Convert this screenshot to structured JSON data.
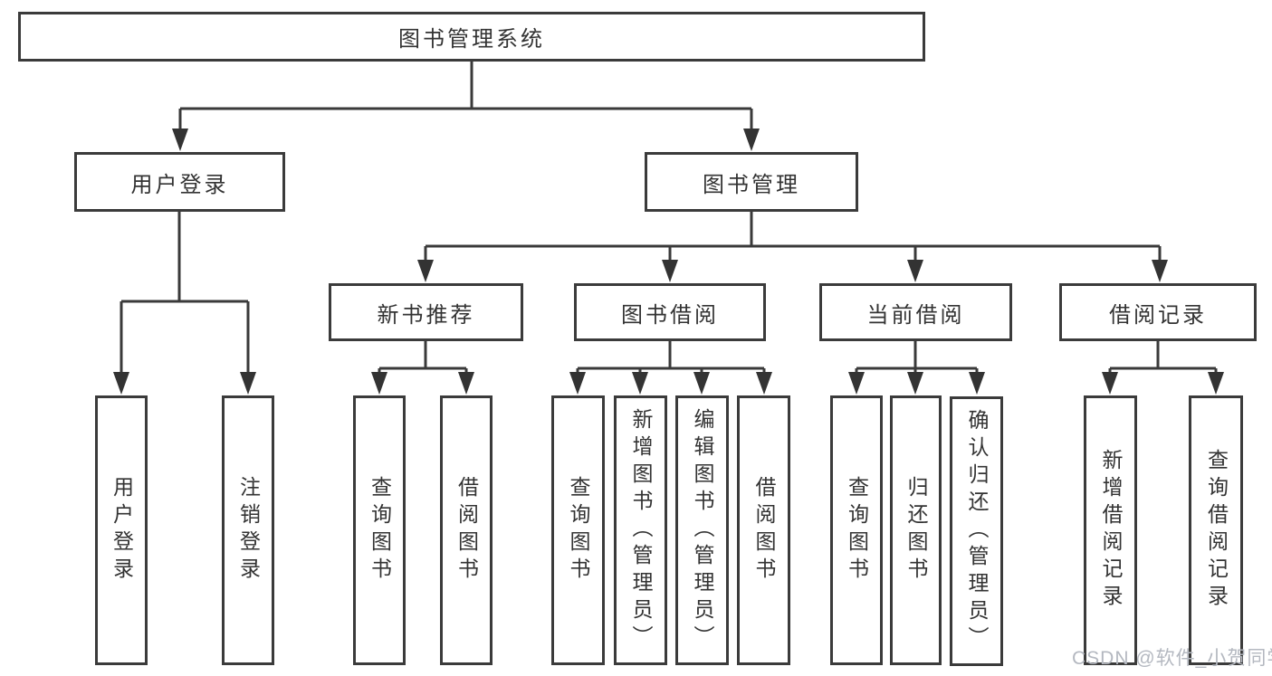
{
  "tree": {
    "root": "图书管理系统",
    "level1": {
      "user_login": "用户登录",
      "book_management": "图书管理"
    },
    "level2": {
      "new_book_recommend": "新书推荐",
      "book_borrow": "图书借阅",
      "current_borrow": "当前借阅",
      "borrow_records": "借阅记录"
    },
    "leaves": {
      "user_login": [
        "用户登录",
        "注销登录"
      ],
      "new_book_recommend": [
        "查询图书",
        "借阅图书"
      ],
      "book_borrow": [
        "查询图书",
        "新增图书（管理员）",
        "编辑图书（管理员）",
        "借阅图书"
      ],
      "current_borrow": [
        "查询图书",
        "归还图书",
        "确认归还（管理员）"
      ],
      "borrow_records": [
        "新增借阅记录",
        "查询借阅记录"
      ]
    }
  },
  "watermark": "CSDN @软件_小贺同学",
  "colors": {
    "line": "#3a3a3a",
    "text": "#333333",
    "background": "#ffffff",
    "watermark": "#b4b8c0"
  }
}
